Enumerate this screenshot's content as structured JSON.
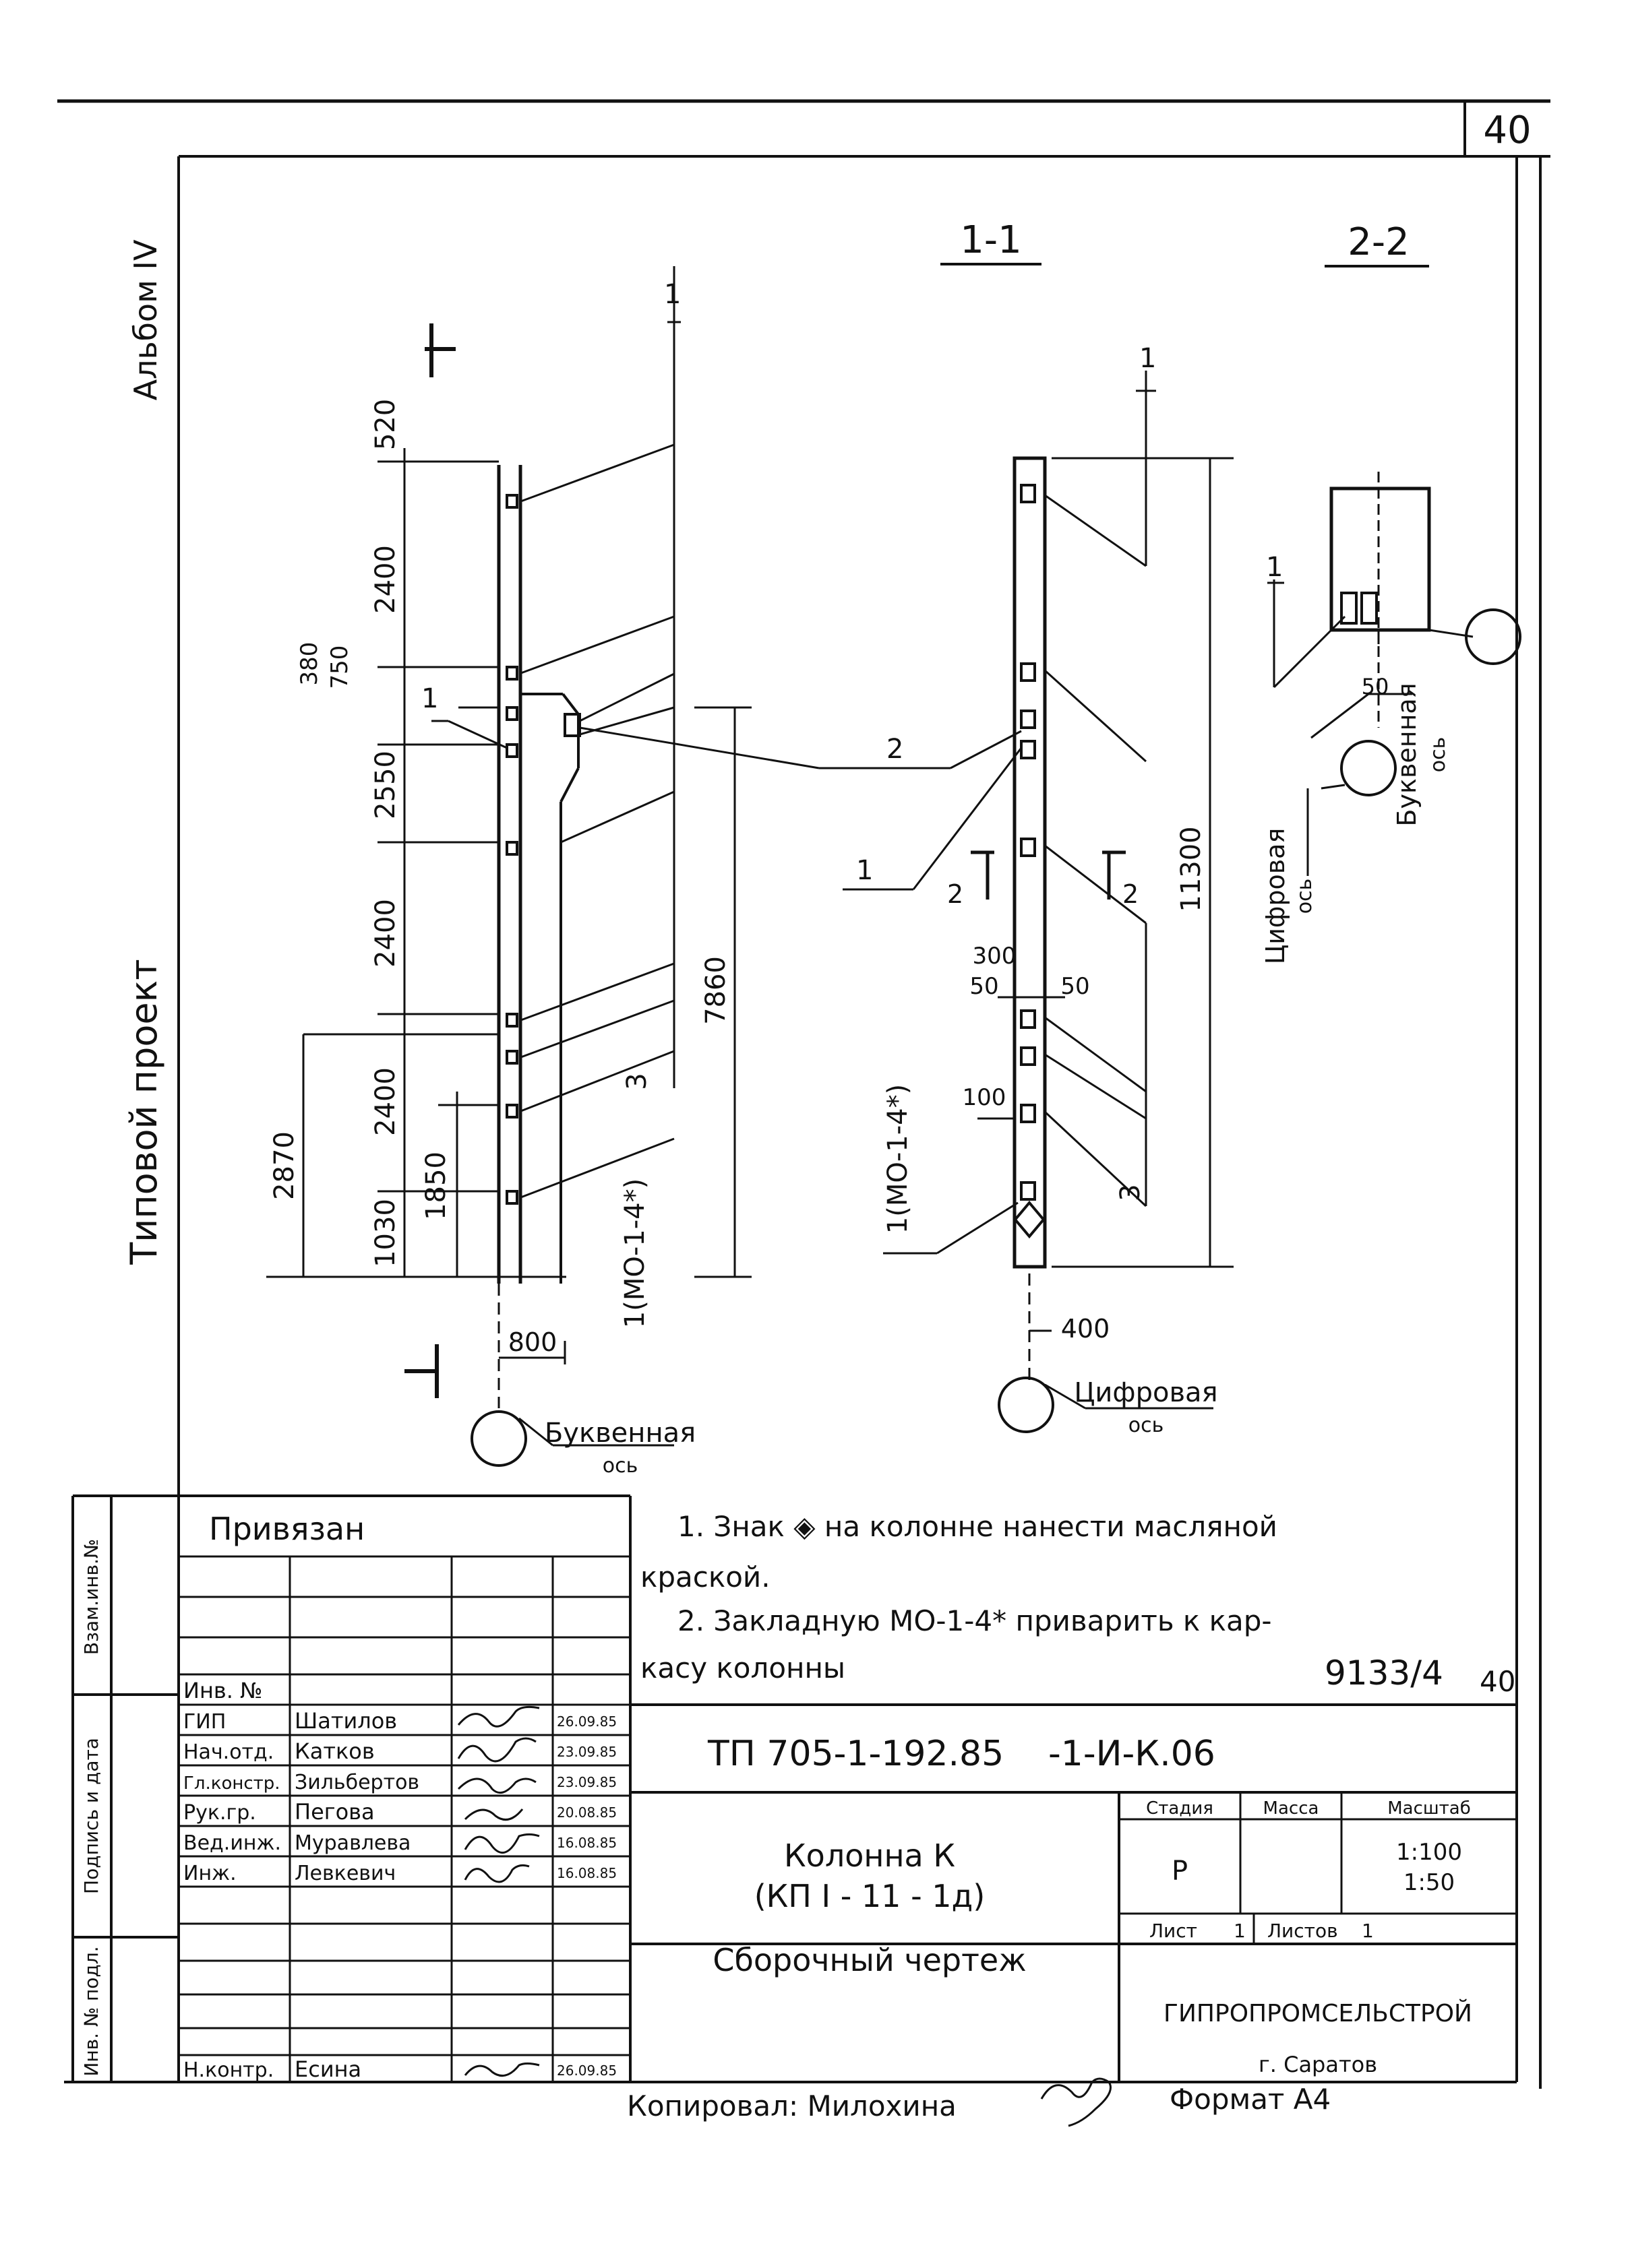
{
  "sheet": {
    "number": "40",
    "album": "Альбом IV",
    "project_type": "Типовой проект"
  },
  "sections": {
    "s1": "1-1",
    "s2": "2-2"
  },
  "elevation": {
    "dims": [
      "520",
      "2400",
      "380",
      "750",
      "2550",
      "2400",
      "2400",
      "2870",
      "1030",
      "1850",
      "7860",
      "800"
    ],
    "labels": [
      "1",
      "1",
      "3",
      "1(МО-1-4*)"
    ],
    "axis": [
      "Буквенная",
      "ось"
    ]
  },
  "section_1_1": {
    "dims": [
      "11300",
      "300",
      "50",
      "50",
      "100",
      "400"
    ],
    "labels": [
      "1",
      "2",
      "1",
      "2",
      "2",
      "3",
      "1(МО-1-4*)"
    ],
    "axis": [
      "Цифровая",
      "ось"
    ]
  },
  "section_2_2": {
    "dims": [
      "50"
    ],
    "labels": [
      "1"
    ],
    "axis_digital": [
      "Цифровая",
      "ось"
    ],
    "axis_letter": [
      "Буквенная",
      "ось"
    ]
  },
  "notes": {
    "line1": "1. Знак ◈ на колонне нанести масляной",
    "line2": "краской.",
    "line3": "2. Закладную МО-1-4* приварить к кар-",
    "line4": "касу колонны",
    "ref": "9133/4",
    "ref_sheet": "40"
  },
  "title_block": {
    "bound": "Привязан",
    "side_labels": [
      "Взам.инв.№",
      "Подпись и дата",
      "Инв. № подл."
    ],
    "inv_no": "Инв. №",
    "staff": [
      {
        "role": "ГИП",
        "name": "Шатилов",
        "date": "26.09.85"
      },
      {
        "role": "Нач.отд.",
        "name": "Катков",
        "date": "23.09.85"
      },
      {
        "role": "Гл.констр.",
        "name": "Зильбертов",
        "date": "23.09.85"
      },
      {
        "role": "Рук.гр.",
        "name": "Пегова",
        "date": "20.08.85"
      },
      {
        "role": "Вед.инж.",
        "name": "Муравлева",
        "date": "16.08.85"
      },
      {
        "role": "Инж.",
        "name": "Левкевич",
        "date": "16.08.85"
      },
      {
        "role": "Н.контр.",
        "name": "Есина",
        "date": "26.09.85"
      }
    ],
    "code": "ТП 705-1-192.85",
    "code_suffix": "-1-И-К.06",
    "object_line1": "Колонна К",
    "object_line2": "(КП I - 11 - 1д)",
    "drawing_type": "Сборочный чертеж",
    "col_stage": "Стадия",
    "col_mass": "Масса",
    "col_scale": "Масштаб",
    "stage": "Р",
    "scale1": "1:100",
    "scale2": "1:50",
    "sheet_label": "Лист",
    "sheet_value": "1",
    "sheets_label": "Листов",
    "sheets_value": "1",
    "org": "ГИПРОПРОМСЕЛЬСТРОЙ",
    "city": "г. Саратов"
  },
  "footer": {
    "copied": "Копировал: Милохина",
    "format": "Формат А4"
  }
}
